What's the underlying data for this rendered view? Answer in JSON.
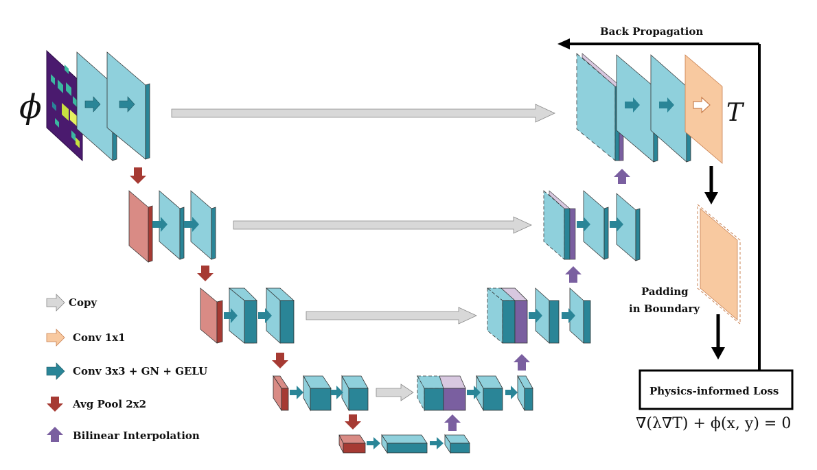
{
  "symbols": {
    "input": "ϕ",
    "output": "T"
  },
  "labels": {
    "back_propagation": "Back Propagation",
    "padding_line1": "Padding",
    "padding_line2": "in Boundary",
    "loss": "Physics-informed Loss",
    "equation": "∇(λ∇T) + ϕ(x, y) = 0"
  },
  "legend": [
    {
      "label": "Copy",
      "kind": "copy"
    },
    {
      "label": "Conv 1x1",
      "kind": "conv1x1"
    },
    {
      "label": "Conv 3x3 + GN + GELU",
      "kind": "conv3x3"
    },
    {
      "label": "Avg Pool 2x2",
      "kind": "pool"
    },
    {
      "label": "Bilinear Interpolation",
      "kind": "interp"
    }
  ],
  "colors": {
    "feature_map": "#8fd0dc",
    "feature_side": "#2a8597",
    "pool_map": "#d98b85",
    "pool_side": "#a63a33",
    "concat_map": "#d8c8e0",
    "concat_side": "#7a5fa0",
    "output_map": "#f8c9a0",
    "copy_arrow": "#d8d8d8",
    "conv_arrow": "#2a8597",
    "pool_arrow": "#a63a33",
    "interp_arrow": "#7a5fa0",
    "input_map": "#4a1a6e"
  }
}
